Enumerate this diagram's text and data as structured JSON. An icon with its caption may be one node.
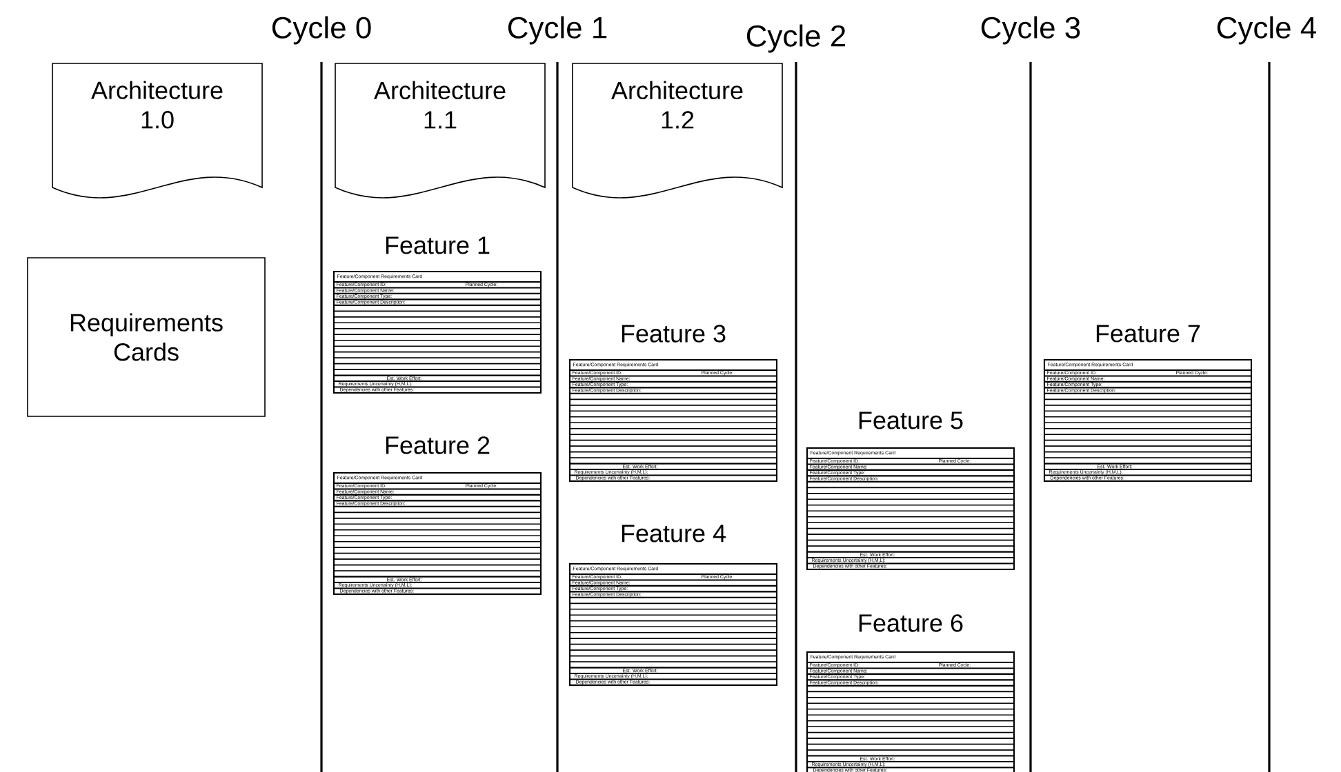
{
  "diagram": {
    "nodes": [
      {
        "text": [
          "Architecture 1.0"
        ]
      },
      {
        "text": [
          "Architecture 1.1"
        ]
      },
      {
        "text": [
          "Architecture 1.2"
        ]
      },
      {
        "text": [
          "Requirements Cards"
        ]
      },
      {
        "text": [
          "Feature 1",
          "Feature/Component Requirements Card",
          "Feature/Component ID:",
          "Planned Cycle:",
          "Feature/Component Name:",
          "Feature/Component Type:",
          "Feature/Component Description:",
          "Est. Work Effort:",
          "Requirements Uncertainty (H,M,L):",
          "Dependencies with other Features:"
        ]
      },
      {
        "text": [
          "Feature 2",
          "Feature/Component Requirements Card",
          "Feature/Component ID:",
          "Planned Cycle:",
          "Feature/Component Name:",
          "Feature/Component Type:",
          "Feature/Component Description:",
          "Est. Work Effort:",
          "Requirements Uncertainty (H,M,L):",
          "Dependencies with other Features:"
        ]
      },
      {
        "text": [
          "Feature 3",
          "Feature/Component Requirements Card",
          "Feature/Component ID:",
          "Planned Cycle:",
          "Feature/Component Name:",
          "Feature/Component Type:",
          "Feature/Component Description:",
          "Est. Work Effort:",
          "Requirements Uncertainty (H,M,L):",
          "Dependencies with other Features:"
        ]
      },
      {
        "text": [
          "Feature 4",
          "Feature/Component Requirements Card",
          "Feature/Component ID:",
          "Planned Cycle:",
          "Feature/Component Name:",
          "Feature/Component Type:",
          "Feature/Component Description:",
          "Est. Work Effort:",
          "Requirements Uncertainty (H,M,L):",
          "Dependencies with other Features:"
        ]
      },
      {
        "text": [
          "Feature 5",
          "Feature/Component Requirements Card",
          "Feature/Component ID:",
          "Planned Cycle:",
          "Feature/Component Name:",
          "Feature/Component Type:",
          "Feature/Component Description:",
          "Est. Work Effort:",
          "Requirements Uncertainty (H,M,L):",
          "Dependencies with other Features:"
        ]
      },
      {
        "text": [
          "Feature 6",
          "Feature/Component Requirements Card",
          "Feature/Component ID:",
          "Planned Cycle:",
          "Feature/Component Name:",
          "Feature/Component Type:",
          "Feature/Component Description:",
          "Est. Work Effort:",
          "Requirements Uncertainty (H,M,L):",
          "Dependencies with other Features:"
        ]
      },
      {
        "text": [
          "Feature 7",
          "Feature/Component Requirements Card",
          "Feature/Component ID:",
          "Planned Cycle:",
          "Feature/Component Name:",
          "Feature/Component Type:",
          "Feature/Component Description:",
          "Est. Work Effort:",
          "Requirements Uncertainty (H,M,L):",
          "Dependencies with other Features:"
        ]
      }
    ],
    "edges": [],
    "labels": [
      "Cycle 0",
      "Cycle 1",
      "Cycle 2",
      "Cycle 3",
      "Cycle 4"
    ]
  }
}
